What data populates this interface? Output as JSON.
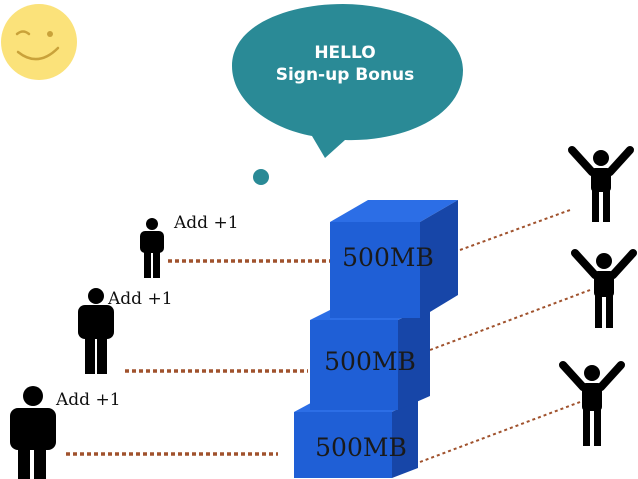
{
  "speech_bubble": {
    "line1": "HELLO",
    "line2": "Sign-up Bonus",
    "color": "#2a8a96"
  },
  "emoji": {
    "icon": "winking-smiley-icon",
    "color": "#fbe27a"
  },
  "referrers": [
    {
      "label": "Add +1",
      "icon": "person-icon"
    },
    {
      "label": "Add +1",
      "icon": "person-icon"
    },
    {
      "label": "Add +1",
      "icon": "person-icon"
    }
  ],
  "blocks": [
    {
      "label": "500MB"
    },
    {
      "label": "500MB"
    },
    {
      "label": "500MB"
    }
  ],
  "cheering_people": [
    {
      "icon": "person-arms-raised-icon"
    },
    {
      "icon": "person-arms-raised-icon"
    },
    {
      "icon": "person-arms-raised-icon"
    }
  ],
  "colors": {
    "block_front": "#1f5fd6",
    "block_side": "#1746a8",
    "block_top": "#2c6ee6",
    "connector": "#a0522d",
    "figure": "#000000"
  }
}
